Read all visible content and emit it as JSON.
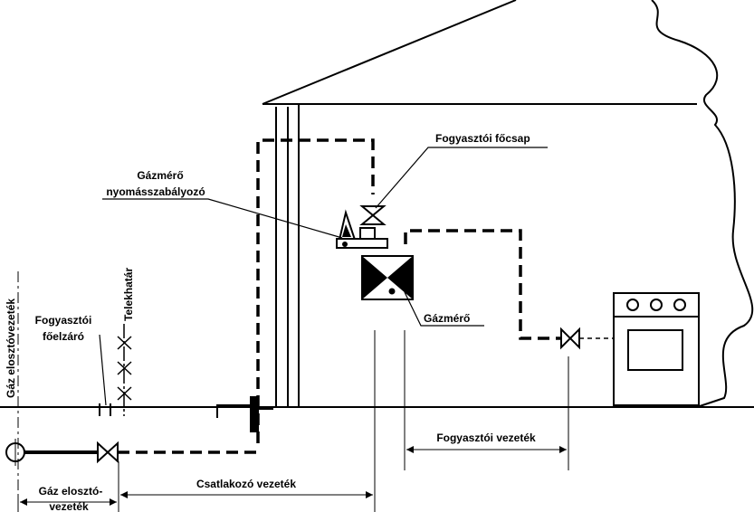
{
  "labels": {
    "main_valve": "Fogyasztói főcsap",
    "regulator_line1": "Gázmérő",
    "regulator_line2": "nyomásszabályozó",
    "meter": "Gázmérő",
    "property_line": "Telekhatár",
    "distribution_pipe_vertical": "Gáz elosztóvezeték",
    "shutoff_line1": "Fogyasztói",
    "shutoff_line2": "főelzáró",
    "consumer_pipe": "Fogyasztói vezeték",
    "connection_pipe": "Csatlakozó vezeték",
    "distribution_pipe_line1": "Gáz elosztó-",
    "distribution_pipe_line2": "vezeték"
  }
}
